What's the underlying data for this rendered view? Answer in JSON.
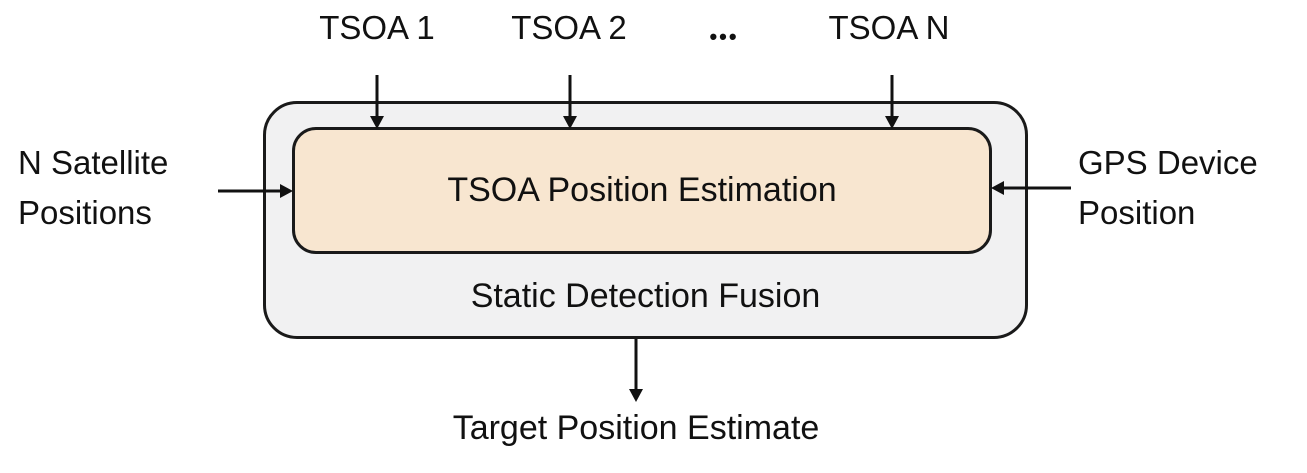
{
  "diagram": {
    "top_inputs": [
      {
        "label": "TSOA 1"
      },
      {
        "label": "TSOA 2"
      },
      {
        "label": "TSOA N"
      }
    ],
    "ellipsis": "•••",
    "inner_box": {
      "label": "TSOA Position Estimation"
    },
    "outer_box": {
      "label": "Static Detection Fusion"
    },
    "left_input": {
      "label": "N Satellite Positions"
    },
    "right_input": {
      "label": "GPS Device Position"
    },
    "output": {
      "label": "Target Position Estimate"
    }
  },
  "colors": {
    "canvas-bg": "#ffffff",
    "text": "#111111",
    "line": "#111111",
    "box-border": "#1a1a1a",
    "outer-box-fill": "#f1f1f2",
    "inner-box-fill": "#f8e6d0"
  }
}
